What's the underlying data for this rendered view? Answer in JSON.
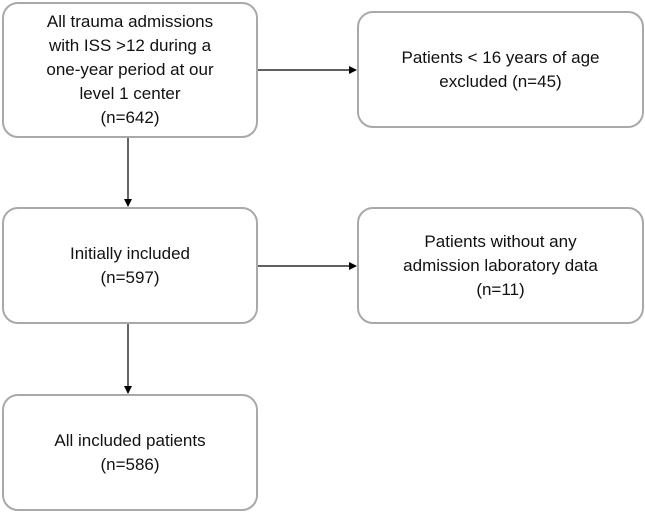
{
  "flowchart": {
    "all_admissions": {
      "lines": [
        "All trauma admissions",
        "with ISS >12 during a",
        "one-year period at our",
        "level 1 center",
        "(n=642)"
      ]
    },
    "excluded_age": {
      "lines": [
        "Patients < 16 years of age",
        "excluded (n=45)"
      ]
    },
    "initially_included": {
      "lines": [
        "Initially included",
        "(n=597)"
      ]
    },
    "excluded_lab": {
      "lines": [
        "Patients without any",
        "admission laboratory data",
        "(n=11)"
      ]
    },
    "all_included": {
      "lines": [
        "All included patients",
        "(n=586)"
      ]
    }
  }
}
